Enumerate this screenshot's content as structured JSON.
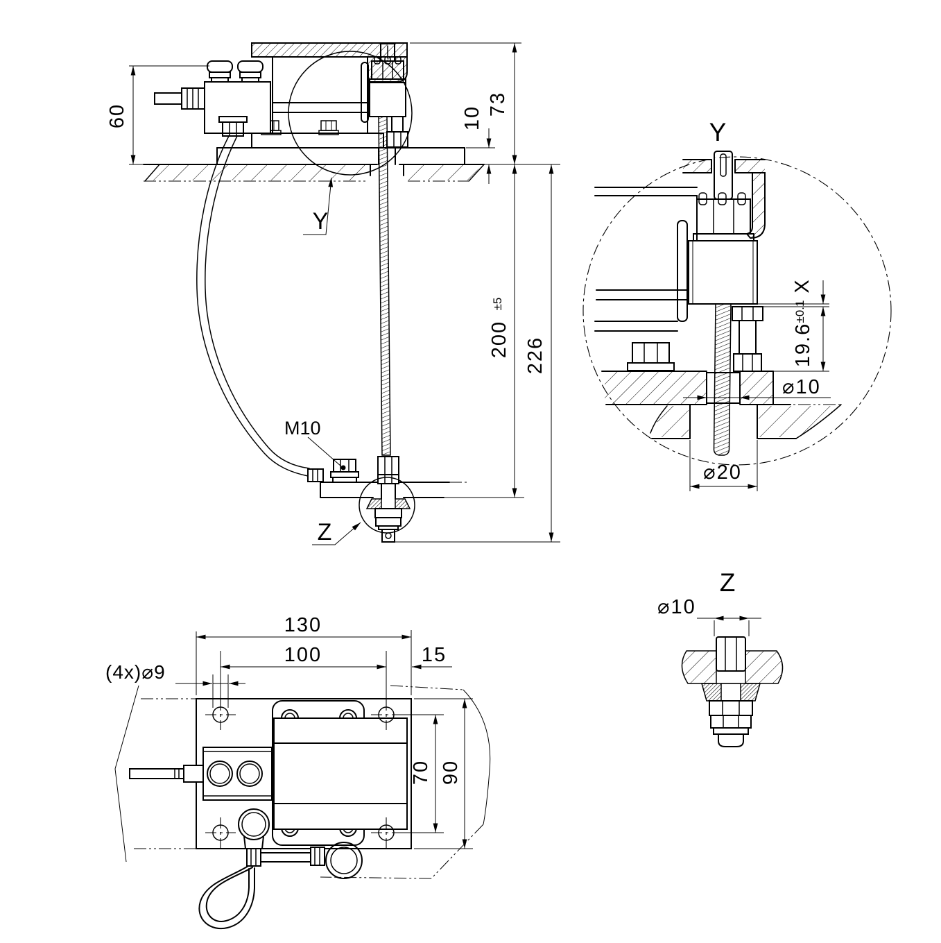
{
  "colors": {
    "background": "#ffffff",
    "line": "#000000"
  },
  "side_view": {
    "dim_60": "60",
    "dim_73": "73",
    "dim_10": "10",
    "dim_200": "200",
    "dim_200_tol": "±5",
    "dim_226": "226",
    "label_m10": "M10",
    "label_y": "Y",
    "label_z": "Z"
  },
  "detail_y": {
    "title": "Y",
    "dim_x": "X",
    "dim_19_6": "19.6",
    "dim_19_6_tol": "±0.1",
    "dim_d10": "⌀10",
    "dim_d20": "⌀20"
  },
  "top_view": {
    "dim_130": "130",
    "dim_100": "100",
    "dim_15": "15",
    "dim_4x_d9": "(4x)⌀9",
    "dim_70": "70",
    "dim_90": "90"
  },
  "detail_z": {
    "title": "Z",
    "dim_d10": "⌀10"
  }
}
